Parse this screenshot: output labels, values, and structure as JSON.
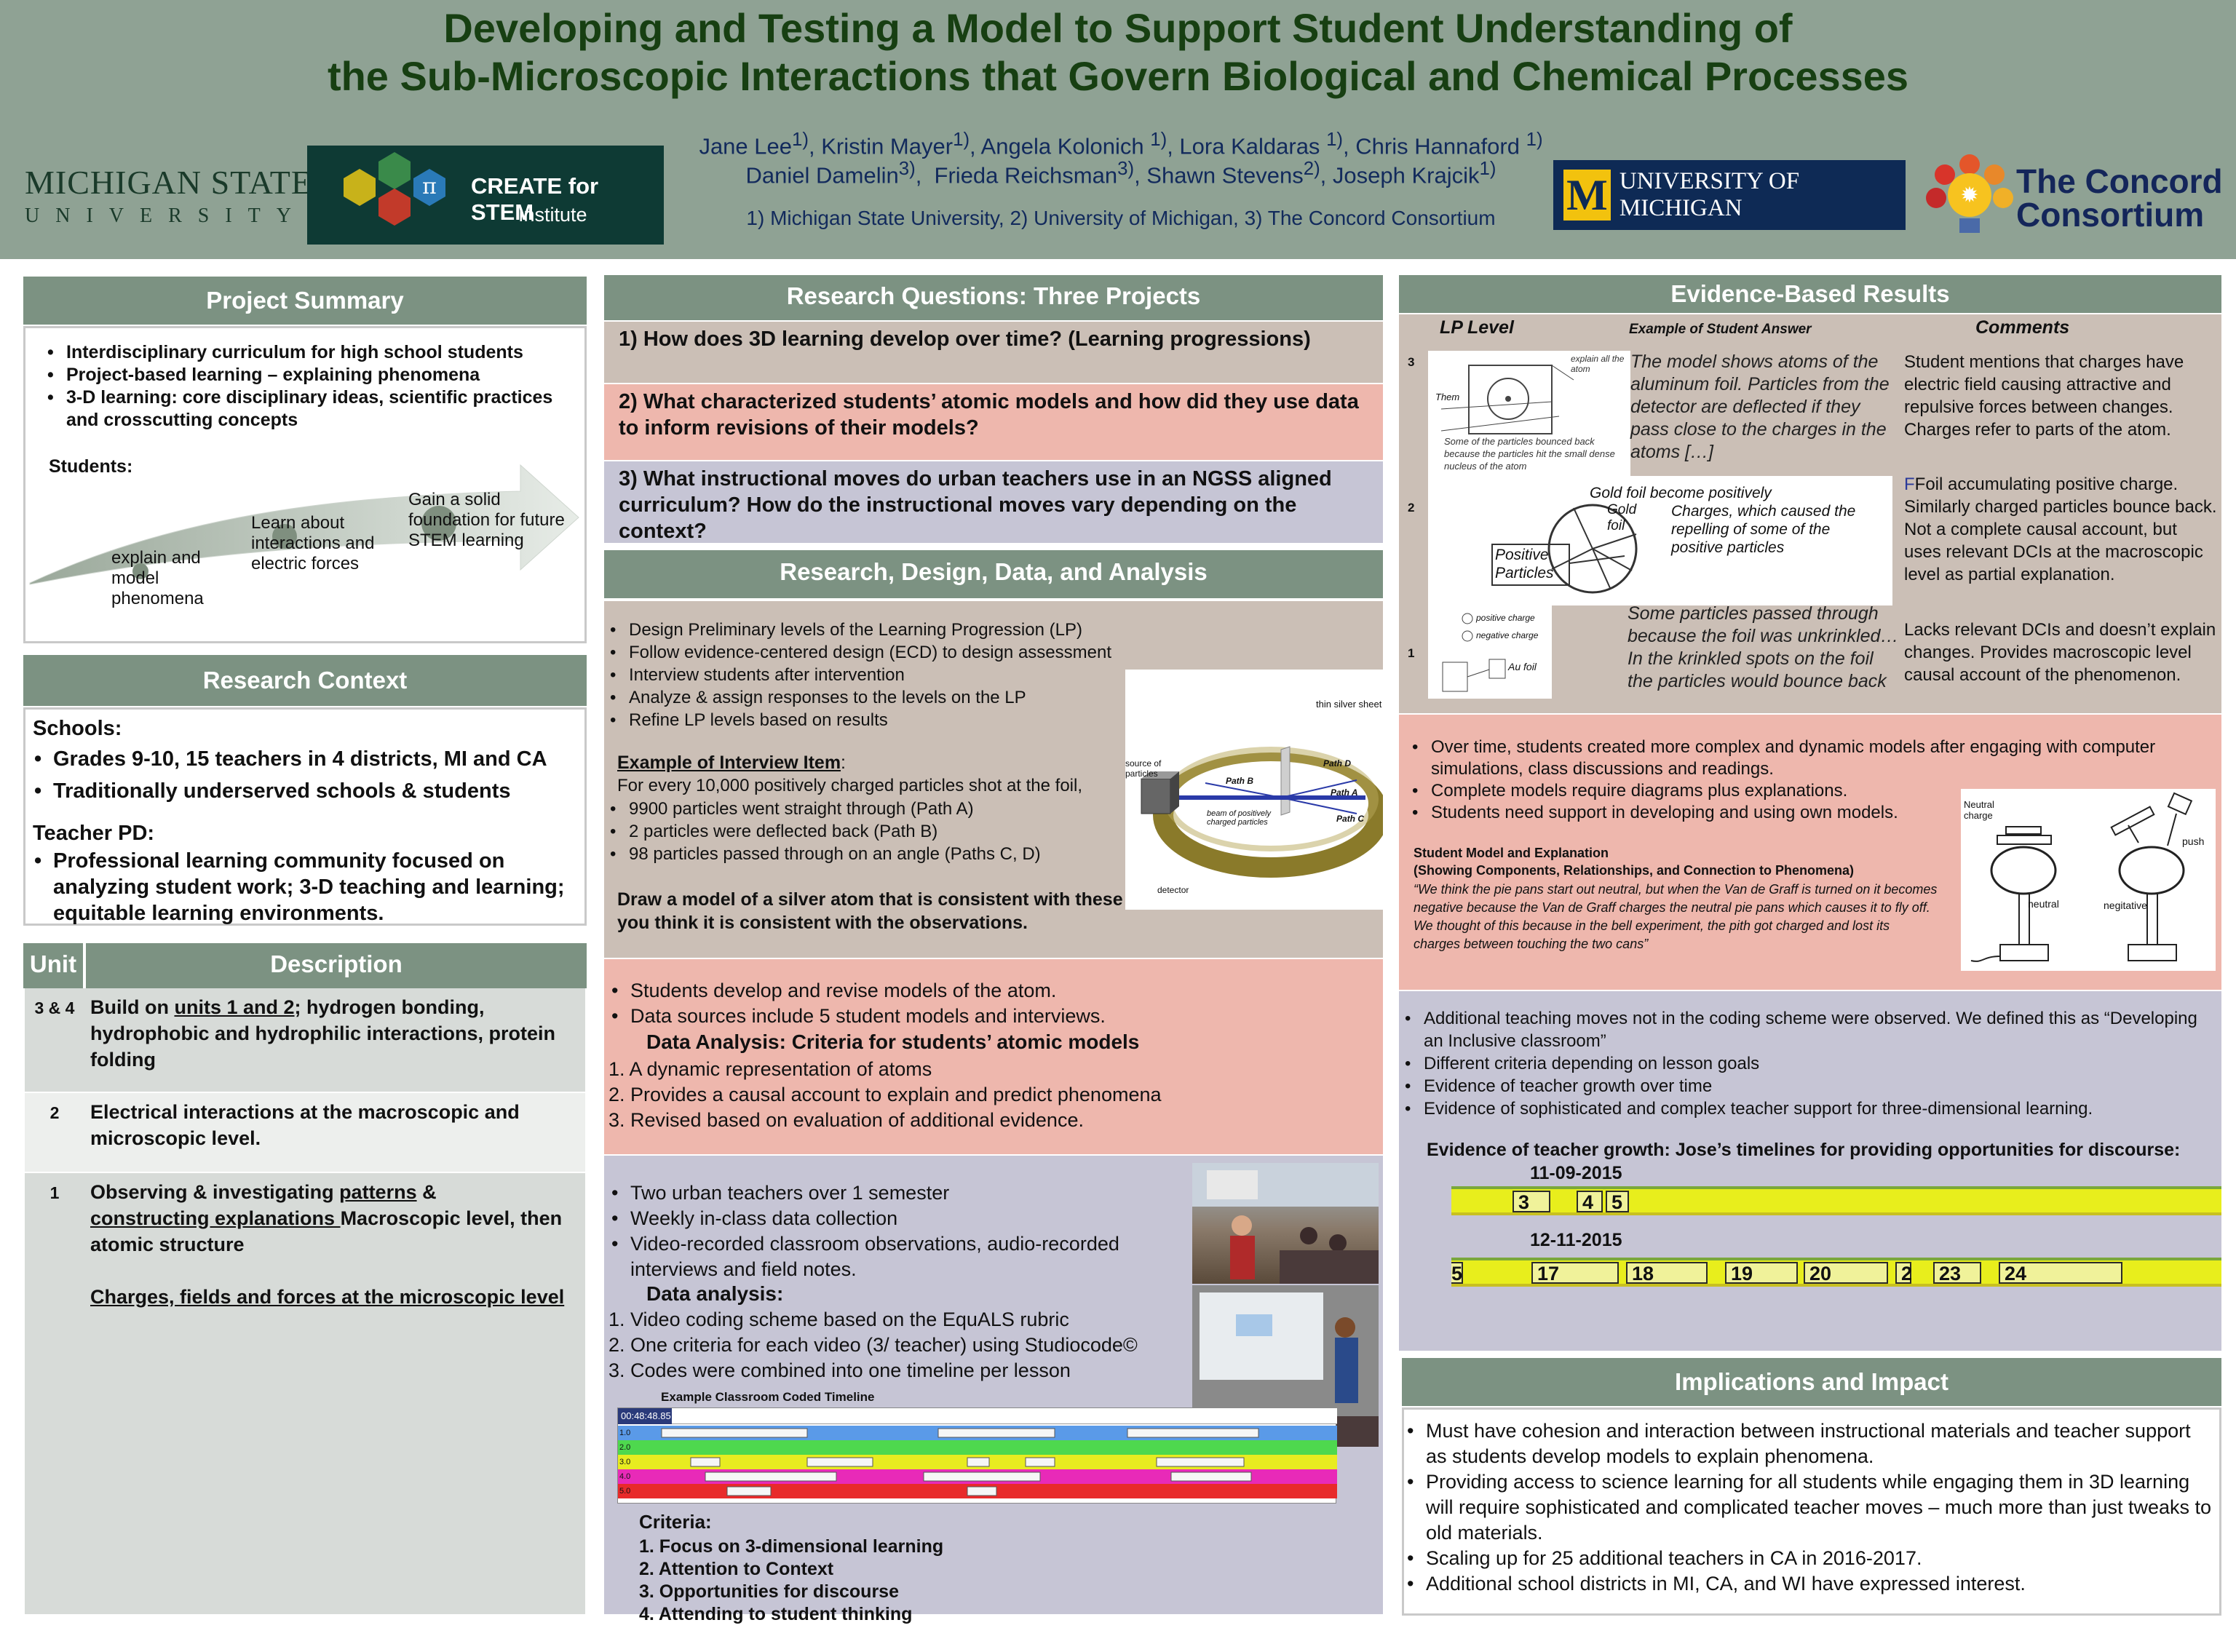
{
  "header": {
    "title_line1": "Developing and Testing a Model to Support Student Understanding of",
    "title_line2": "the Sub-Microscopic Interactions that Govern Biological and Chemical Processes",
    "authors_line1": "Jane Lee1), Kristin Mayer1), Angela Kolonich 1), Lora Kaldaras 1), Chris Hannaford 1)",
    "authors_line2": "Daniel Damelin3), Frieda Reichsman3), Shawn Stevens2), Joseph Krajcik1)",
    "affiliations": "1)  Michigan State University, 2) University of Michigan, 3) The Concord Consortium",
    "logos": {
      "msu_line1": "MICHIGAN STATE",
      "msu_line2": "UNIVERSITY",
      "create_line1": "CREATE for STEM",
      "create_line2": "Institute",
      "umich": "UNIVERSITY OF MICHIGAN",
      "concord_line1": "The Concord",
      "concord_line2": "Consortium"
    }
  },
  "project_summary": {
    "heading": "Project Summary",
    "bullets": [
      "Interdisciplinary curriculum for high school students",
      "Project-based learning – explaining phenomena",
      "3-D learning: core disciplinary ideas, scientific practices and crosscutting concepts"
    ],
    "students_label": "Students:",
    "steps": [
      "explain and model phenomena",
      "Learn about interactions and electric forces",
      "Gain a solid foundation for future STEM learning"
    ]
  },
  "research_context": {
    "heading": "Research Context",
    "schools_label": "Schools:",
    "schools": [
      "Grades 9-10, 15 teachers in 4 districts, MI and CA",
      "Traditionally underserved schools & students"
    ],
    "pd_label": "Teacher PD:",
    "pd": [
      "Professional learning community focused on analyzing student work; 3-D teaching and learning; equitable learning environments."
    ]
  },
  "unit_table": {
    "col_unit": "Unit",
    "col_desc": "Description",
    "rows": [
      {
        "unit": "3 & 4",
        "pre": "Build on ",
        "link": "units 1 and 2",
        "post": "; hydrogen bonding, hydrophobic and hydrophilic interactions, protein folding"
      },
      {
        "unit": "2",
        "text": "Electrical interactions at the macroscopic and microscopic level."
      },
      {
        "unit": "1",
        "u1": "patterns",
        "u2": "constructing explanations ",
        "pre": "Observing & investigating ",
        "mid": " &",
        "post": "Macroscopic level, then atomic structure",
        "extra": "Charges, fields and forces at the  microscopic level"
      }
    ]
  },
  "research_questions": {
    "heading": "Research Questions: Three Projects",
    "q1": "1) How does 3D learning develop over time? (Learning progressions)",
    "q2": "2) What characterized students’ atomic models and how did they use data to inform revisions of their models?",
    "q3": "3) What instructional moves do urban teachers use in an NGSS aligned curriculum?  How do the instructional moves vary depending on the context?"
  },
  "rdda": {
    "heading": "Research, Design, Data, and Analysis",
    "steps": [
      "Design Preliminary levels of the Learning Progression (LP)",
      "Follow evidence-centered design (ECD) to design assessment",
      "Interview students after intervention",
      "Analyze & assign responses to the levels on the LP",
      "Refine LP levels based on results"
    ],
    "example_label": "Example of Interview Item",
    "example_intro": "For every 10,000 positively charged particles shot at the foil,",
    "example_items": [
      "9900 particles went straight through (Path A)",
      "2 particles were deflected back (Path B)",
      "98 particles passed through on an angle (Paths C, D)"
    ],
    "prompt": "Draw a model of a silver atom that is consistent with these results and explain why you think it is consistent with the observations.",
    "diagram": {
      "sheet": "thin silver sheet",
      "source": "source of particles",
      "beam": "beam of positively charged particles",
      "detector": "detector",
      "path_a": "Path A",
      "path_b": "Path B",
      "path_c": "Path C",
      "path_d": "Path D"
    },
    "p2_bullets": [
      "Students develop and revise models of the atom.",
      "Data sources include 5 student models and interviews."
    ],
    "p2_label": "Data Analysis:  Criteria for students’ atomic models",
    "p2_items": [
      "1. A dynamic representation of atoms",
      "2. Provides a causal account to explain and predict phenomena",
      "3. Revised based on evaluation of additional evidence."
    ],
    "p3_bullets": [
      "Two urban teachers over 1 semester",
      "Weekly in-class data collection",
      "Video-recorded classroom observations, audio-recorded interviews and field notes."
    ],
    "p3_label": "Data analysis:",
    "p3_items": [
      "1. Video coding scheme based on the EquALS rubric",
      "2. One criteria for each video (3/ teacher) using Studiocode©",
      "3. Codes were combined into one timeline per lesson"
    ],
    "timeline_label": "Example Classroom Coded Timeline",
    "timeline_time": "00:48:48.85",
    "timeline_rows": [
      "1.0",
      "2.0",
      "3.0",
      "4.0",
      "5.0"
    ],
    "criteria_label": "Criteria:",
    "criteria": [
      "1.  Focus on 3-dimensional learning",
      "2.  Attention to Context",
      "3.  Opportunities for discourse",
      "4.  Attending to student thinking"
    ]
  },
  "evidence": {
    "heading": "Evidence-Based Results",
    "col_level": "LP Level",
    "col_answer": "Example of Student Answer",
    "col_comments": "Comments",
    "levels": [
      {
        "level": "3",
        "answer": "The model shows atoms of the aluminum foil. Particles from the detector are deflected if they pass close to the charges in the atoms […]",
        "comment": "Student mentions that charges have electric field causing attractive and repulsive forces between changes. Charges refer to parts of the atom."
      },
      {
        "level": "2",
        "answer": "",
        "comment": "Foil accumulating positive charge. Similarly charged particles bounce back. Not a complete causal account, but uses relevant DCIs at the macroscopic level as partial explanation."
      },
      {
        "level": "1",
        "answer": "Some particles passed through because the foil was unkrinkled…In the krinkled spots on the foil the particles would bounce back",
        "comment": "Lacks relevant DCIs and doesn’t explain changes. Provides macroscopic level causal account of the phenomenon."
      }
    ],
    "sketch_words": {
      "s3_a": "Some of the particles bounced back because the particles hit the small dense nucleus of the atom",
      "s3_b": "explain all the atom",
      "s3_c": "Them",
      "s2_a": "Gold foil become positively",
      "s2_b": "Gold foil",
      "s2_c": "Charges, which caused the repelling of some of the positive particles",
      "s2_d": "Positive Particles",
      "s1_a": "positive charge",
      "s1_b": "negative charge",
      "s1_c": "Au foil"
    },
    "p2_bullets": [
      "Over time, students created more complex and dynamic models after engaging with computer simulations, class discussions and readings.",
      "Complete models require diagrams plus explanations.",
      "Students need support in developing and using own models."
    ],
    "model_title": "Student Model and Explanation",
    "model_sub": "(Showing Components,  Relationships,  and Connection  to Phenomena)",
    "model_quote": "“We think the pie pans start out neutral, but when the Van de Graff is turned on it becomes negative because the Van de Graff charges the neutral pie pans which causes it to fly off. We thought of this because in the bell experiment, the pith got charged and lost its charges between touching the two cans”",
    "model_labels": {
      "neutral_charge": "Neutral charge",
      "neutral": "neutral",
      "negative": "negitative",
      "push": "push"
    },
    "p3_bullets": [
      "Additional teaching moves not in the coding scheme were observed. We defined this as “Developing an Inclusive classroom”",
      "Different criteria depending on lesson goals",
      "Evidence of teacher growth over time",
      "Evidence of sophisticated and complex teacher support for three-dimensional learning."
    ],
    "growth_label": "Evidence of teacher growth: Jose’s timelines for providing opportunities for discourse:",
    "date1": "11-09-2015",
    "date2": "12-11-2015",
    "tl1": [
      "3",
      "4",
      "5"
    ],
    "tl2": [
      "5",
      "17",
      "18",
      "19",
      "20",
      "2",
      "23",
      "24"
    ]
  },
  "implications": {
    "heading": "Implications and Impact",
    "bullets": [
      "Must have cohesion and interaction between instructional materials and teacher support as students develop models to explain phenomena.",
      "Providing access to science learning for all students while engaging them in 3D learning will require sophisticated and complicated teacher moves – much more than just tweaks to old materials.",
      "Scaling up for 25 additional teachers in CA in 2016-2017.",
      "Additional school districts in MI, CA, and WI have expressed interest."
    ]
  },
  "colors": {
    "header_bg": "#8fa294",
    "title": "#173f12",
    "panel_head": "#7c9282",
    "tan": "#cbbfb6",
    "pink": "#eeb7ad",
    "lavender": "#c6c5d5",
    "timeline_yellow": "#e8ee1c"
  }
}
